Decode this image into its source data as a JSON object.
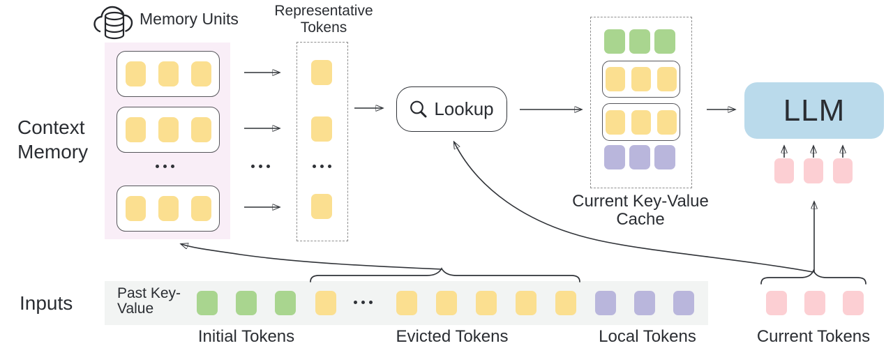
{
  "colors": {
    "token_yellow": "#fbdf90",
    "token_green": "#a9d58f",
    "token_purple": "#b9b6dc",
    "token_pink": "#fccfd3",
    "llm_blue": "#badaeb",
    "memory_bg": "#f9eef7",
    "inputs_bar_bg": "#f2f4f3",
    "line_dark": "#2f3237",
    "text_dark": "#2a2d32",
    "unit_border": "#55555a",
    "dashed_border": "#8d8d8d"
  },
  "icons": {
    "memory_units": "cloud-database-icon",
    "lookup": "search-icon"
  },
  "context_memory": {
    "section_label": "Context Memory",
    "cloud_label": "Memory Units",
    "units_visible": 3,
    "tokens_per_unit": 3
  },
  "representative": {
    "label": "Representative Tokens",
    "tokens_visible": 3
  },
  "lookup": {
    "label": "Lookup"
  },
  "cache": {
    "label": "Current Key-Value Cache",
    "rows": [
      "green-tokens",
      "yellow-unit",
      "yellow-unit",
      "purple-tokens"
    ]
  },
  "llm": {
    "label": "LLM",
    "current_tokens_visible": 3
  },
  "inputs": {
    "section_label": "Inputs",
    "bar_label": "Past Key-Value",
    "groups": [
      {
        "label": "Initial Tokens",
        "color": "green",
        "count": 3
      },
      {
        "label": "Evicted Tokens",
        "color": "yellow",
        "count": 6,
        "has_ellipsis": true
      },
      {
        "label": "Local Tokens",
        "color": "purple",
        "count": 3
      },
      {
        "label": "Current Tokens",
        "color": "pink",
        "count": 3
      }
    ]
  }
}
